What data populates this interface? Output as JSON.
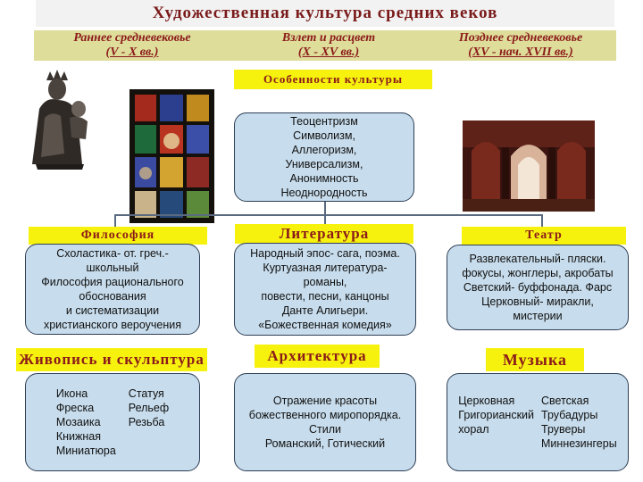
{
  "title": "Художественная культура средних веков",
  "periods": [
    {
      "name": "Раннее средневековье",
      "dates": "(V - X вв.)"
    },
    {
      "name": "Взлет и расцвет",
      "dates": "(X - XV вв.)"
    },
    {
      "name": "Позднее средневековье",
      "dates": "(XV - нач. XVII вв.)"
    }
  ],
  "features_label": "Особенности культуры",
  "features": [
    "Теоцентризм",
    "Символизм,",
    "Аллегоризм,",
    "Универсализм,",
    "Анонимность",
    "Неоднородность"
  ],
  "philosophy": {
    "label": "Философия",
    "lines": [
      "Схоластика- от. греч.-",
      "школьный",
      "Философия рационального",
      "обоснования",
      "и систематизации",
      "христианского вероучения"
    ]
  },
  "literature": {
    "label": "Литература",
    "lines": [
      "Народный эпос- сага, поэма.",
      "Куртуазная литература-",
      "романы,",
      "повести, песни, канцоны",
      "Данте Алигьери.",
      "«Божественная комедия»"
    ]
  },
  "theatre": {
    "label": "Театр",
    "lines": [
      "Развлекательный- пляски.",
      "фокусы, жонглеры, акробаты",
      "Светский- буффонада. Фарс",
      "Церковный- миракли,",
      "мистерии"
    ]
  },
  "painting": {
    "label": "Живопись и скульптура",
    "col1": [
      "Икона",
      "Фреска",
      "Мозаика",
      "Книжная",
      "Миниатюра"
    ],
    "col2": [
      "Статуя",
      "Рельеф",
      "Резьба"
    ]
  },
  "architecture": {
    "label": "Архитектура",
    "lines": [
      "Отражение красоты",
      "божественного миропорядка.",
      "Стили",
      "Романский, Готический"
    ]
  },
  "music": {
    "label": "Музыка",
    "col1": [
      "Церковная",
      "Григорианский",
      "хорал"
    ],
    "col2": [
      "Светская",
      "Трубадуры",
      "Труверы",
      "Миннезингеры"
    ]
  },
  "colors": {
    "label_bg": "#f6f20e",
    "label_text": "#8b1a1a",
    "box_fill": "#c7dcec",
    "box_border": "#2e3f56",
    "period_bar": "#dedd9a"
  }
}
